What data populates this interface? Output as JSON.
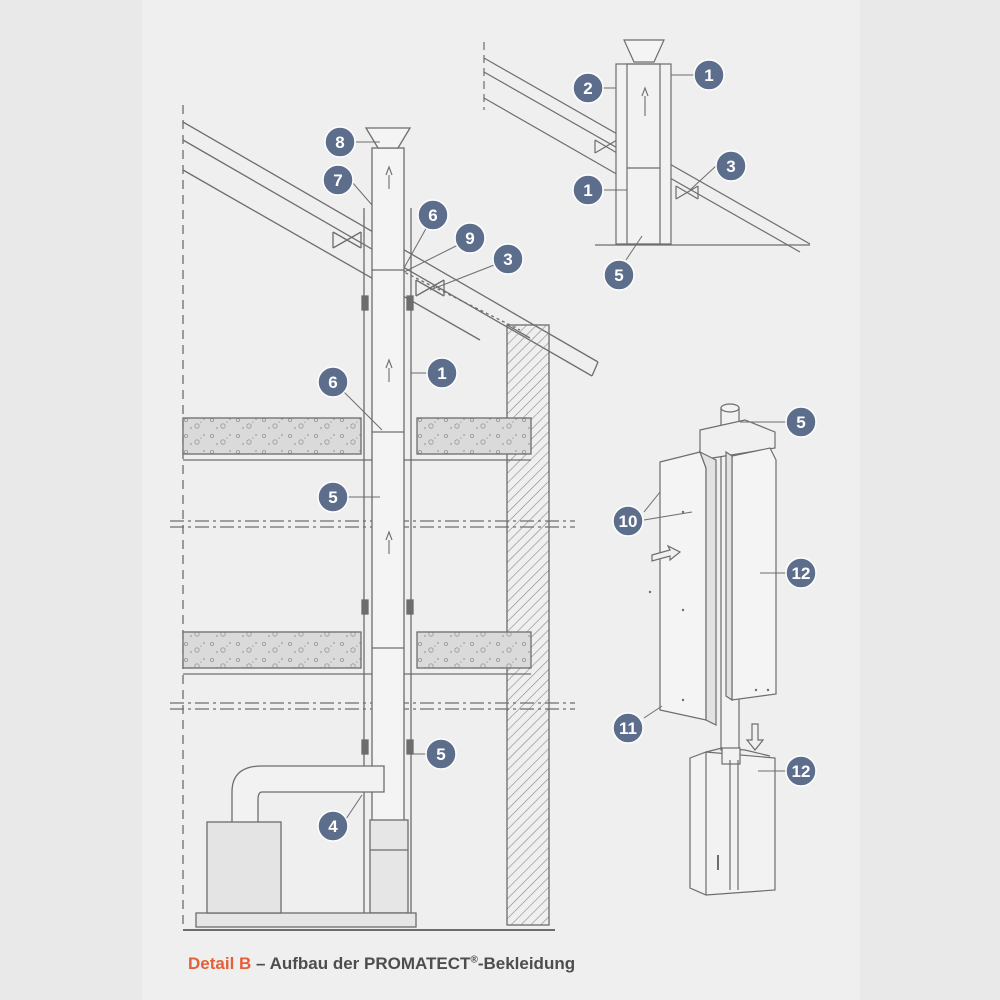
{
  "caption": {
    "detail": "Detail B",
    "dash": " – ",
    "text_before": "Aufbau der PROMATECT",
    "registered": "®",
    "text_after": "-Bekleidung"
  },
  "colors": {
    "badge_fill": "#5d6e8d",
    "badge_stroke": "#ffffff",
    "line": "#6d6d6d",
    "caption_highlight": "#e2603a",
    "caption_text": "#4d4d4d",
    "slab_fill": "#dcdcdc",
    "background": "#efefef"
  },
  "callouts": {
    "main": [
      {
        "id": "8"
      },
      {
        "id": "7"
      },
      {
        "id": "6"
      },
      {
        "id": "9"
      },
      {
        "id": "3"
      },
      {
        "id": "1"
      },
      {
        "id": "6"
      },
      {
        "id": "5"
      },
      {
        "id": "5"
      },
      {
        "id": "4"
      }
    ],
    "top_detail": [
      {
        "id": "2"
      },
      {
        "id": "1"
      },
      {
        "id": "3"
      },
      {
        "id": "1"
      },
      {
        "id": "5"
      }
    ],
    "cladding_detail": [
      {
        "id": "5"
      },
      {
        "id": "10"
      },
      {
        "id": "12"
      },
      {
        "id": "11"
      },
      {
        "id": "12"
      }
    ]
  }
}
